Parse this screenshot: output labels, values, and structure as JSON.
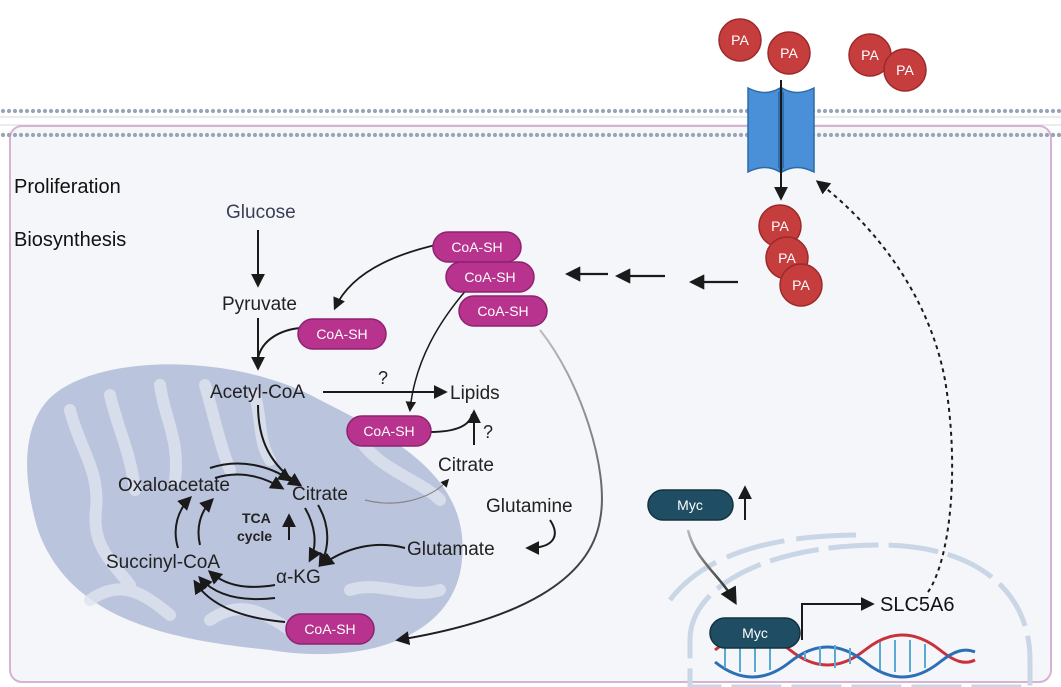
{
  "labels": {
    "proliferation": "Proliferation",
    "biosynthesis": "Biosynthesis",
    "glucose": "Glucose",
    "pyruvate": "Pyruvate",
    "acetyl_coa": "Acetyl-CoA",
    "lipids": "Lipids",
    "citrate_cyto": "Citrate",
    "citrate_mito": "Citrate",
    "oxaloacetate": "Oxaloacetate",
    "succinyl_coa": "Succinyl-CoA",
    "alpha_kg": "α-KG",
    "glutamate": "Glutamate",
    "glutamine": "Glutamine",
    "tca_line1": "TCA",
    "tca_line2": "cycle",
    "slc5a6": "SLC5A6",
    "question_1": "?",
    "question_2": "?"
  },
  "pills": {
    "coa_top1": "CoA-SH",
    "coa_top2": "CoA-SH",
    "coa_top3": "CoA-SH",
    "coa_pyruvate": "CoA-SH",
    "coa_lipids": "CoA-SH",
    "coa_mito": "CoA-SH",
    "myc_cyto": "Myc",
    "myc_nuc": "Myc"
  },
  "pa": {
    "pa1": "PA",
    "pa2": "PA",
    "pa3": "PA",
    "pa4": "PA",
    "pa5": "PA",
    "pa6": "PA",
    "pa7": "PA"
  },
  "colors": {
    "coa_fill": "#b8338e",
    "pa_fill": "#c63d3d",
    "myc_fill": "#1f4d63",
    "mito_fill": "#a9b6d4",
    "membrane": "#9aa4b5",
    "transporter": "#4a90d9",
    "cell_border": "#c9a6c6"
  }
}
